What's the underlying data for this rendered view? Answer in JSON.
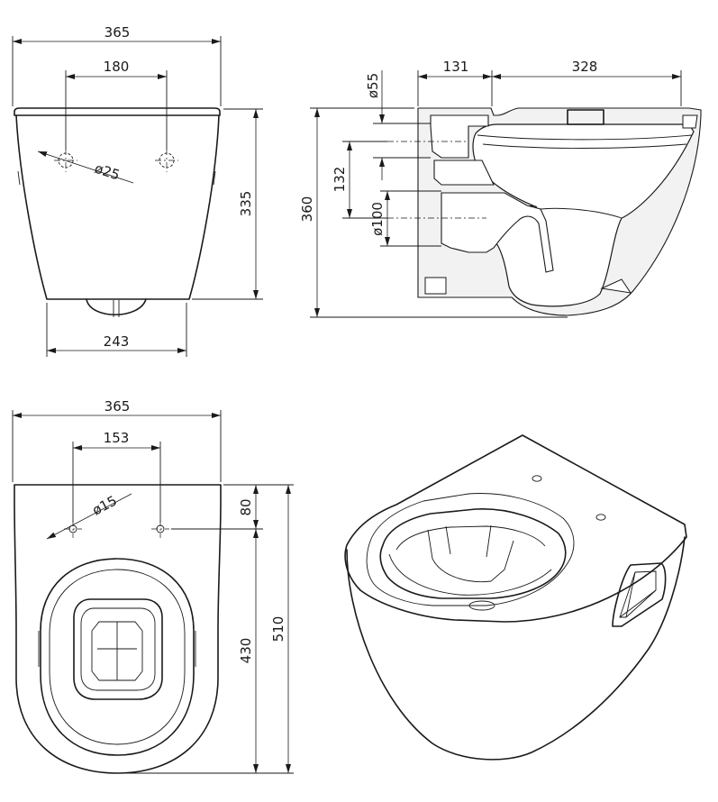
{
  "dimensions": {
    "rear_total_width": "365",
    "rear_hole_spacing": "180",
    "rear_hole_diameter": "ø25",
    "rear_height": "335",
    "rear_base_width": "243",
    "side_rear_depth": "131",
    "side_bowl_depth": "328",
    "side_inlet_diameter": "ø55",
    "side_height": "360",
    "side_drain_offset": "132",
    "side_outlet_diameter": "ø100",
    "top_total_width": "365",
    "top_hole_spacing": "153",
    "top_hole_diameter": "ø15",
    "top_hole_offset": "80",
    "top_front_length": "430",
    "top_total_length": "510"
  },
  "colors": {
    "line": "#1a1a1a",
    "background": "#ffffff",
    "section_fill": "#f2f2f2"
  }
}
